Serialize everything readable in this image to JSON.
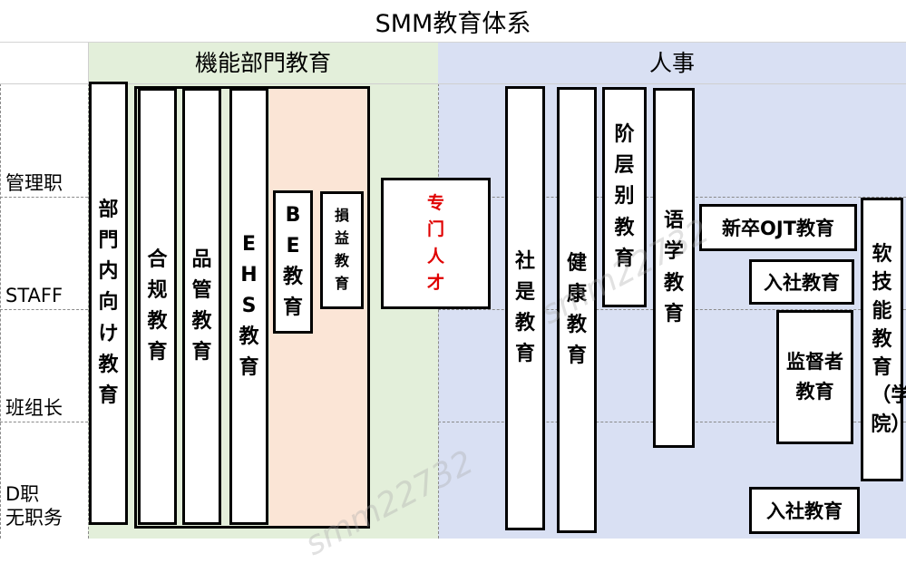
{
  "title": "SMM教育体系",
  "sections": {
    "left": "機能部門教育",
    "right": "人事"
  },
  "rows": {
    "manager": "管理职",
    "staff": "STAFF",
    "leader": "班组长",
    "d_level": "D职\n无职务"
  },
  "boxes": {
    "dept_internal": "部門内向け教育",
    "compliance": "合规教育",
    "quality": "品管教育",
    "ehs": "EHS教育",
    "be": "BE教育",
    "pl": "損益教育",
    "specialist": "专门人才",
    "company": "社是教育",
    "health": "健康教育",
    "tier": "阶层别教育",
    "language": "语学教育",
    "new_ojt": "新卒OJT教育",
    "onboard_staff": "入社教育",
    "supervisor": "监督者教育",
    "softskill": "软技能教育（学院）",
    "onboard_d": "入社教育"
  },
  "watermark": "smm22732",
  "colors": {
    "left_section_bg": "#e3efda",
    "right_section_bg": "#d9e0f3",
    "profit_area_bg": "#fbe5d6",
    "specialist_text": "#e00000"
  }
}
